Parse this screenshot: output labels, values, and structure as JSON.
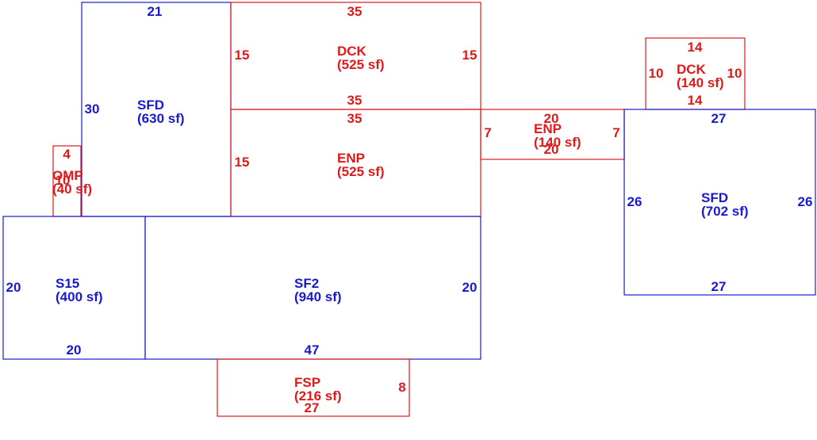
{
  "colors": {
    "blue": "#1a1acc",
    "red": "#dd1a1a"
  },
  "areas": [
    {
      "id": "sfd-left",
      "code": "SFD",
      "area": "(630 sf)",
      "color": "blue",
      "dims": {
        "top": "21",
        "left": "30"
      }
    },
    {
      "id": "dck-top",
      "code": "DCK",
      "area": "(525 sf)",
      "color": "red",
      "dims": {
        "top": "35",
        "bottom": "35",
        "left": "15",
        "right": "15"
      }
    },
    {
      "id": "enp-main",
      "code": "ENP",
      "area": "(525 sf)",
      "color": "red",
      "dims": {
        "top": "35",
        "left": "15"
      }
    },
    {
      "id": "omp",
      "code": "OMP",
      "area": "(40 sf)",
      "color": "red",
      "dims": {
        "top": "4",
        "left": "10"
      }
    },
    {
      "id": "s15",
      "code": "S15",
      "area": "(400 sf)",
      "color": "blue",
      "dims": {
        "bottom": "20",
        "left": "20"
      }
    },
    {
      "id": "sf2",
      "code": "SF2",
      "area": "(940 sf)",
      "color": "blue",
      "dims": {
        "bottom": "47",
        "right": "20"
      }
    },
    {
      "id": "fsp",
      "code": "FSP",
      "area": "(216 sf)",
      "color": "red",
      "dims": {
        "bottom": "27",
        "right": "8"
      }
    },
    {
      "id": "enp-connector",
      "code": "ENP",
      "area": "(140 sf)",
      "color": "red",
      "dims": {
        "top": "20",
        "bottom": "20",
        "left": "7",
        "right": "7"
      }
    },
    {
      "id": "dck-small",
      "code": "DCK",
      "area": "(140 sf)",
      "color": "red",
      "dims": {
        "top": "14",
        "bottom": "14",
        "left": "10",
        "right": "10"
      }
    },
    {
      "id": "sfd-right",
      "code": "SFD",
      "area": "(702 sf)",
      "color": "blue",
      "dims": {
        "top": "27",
        "bottom": "27",
        "left": "26",
        "right": "26"
      }
    }
  ]
}
